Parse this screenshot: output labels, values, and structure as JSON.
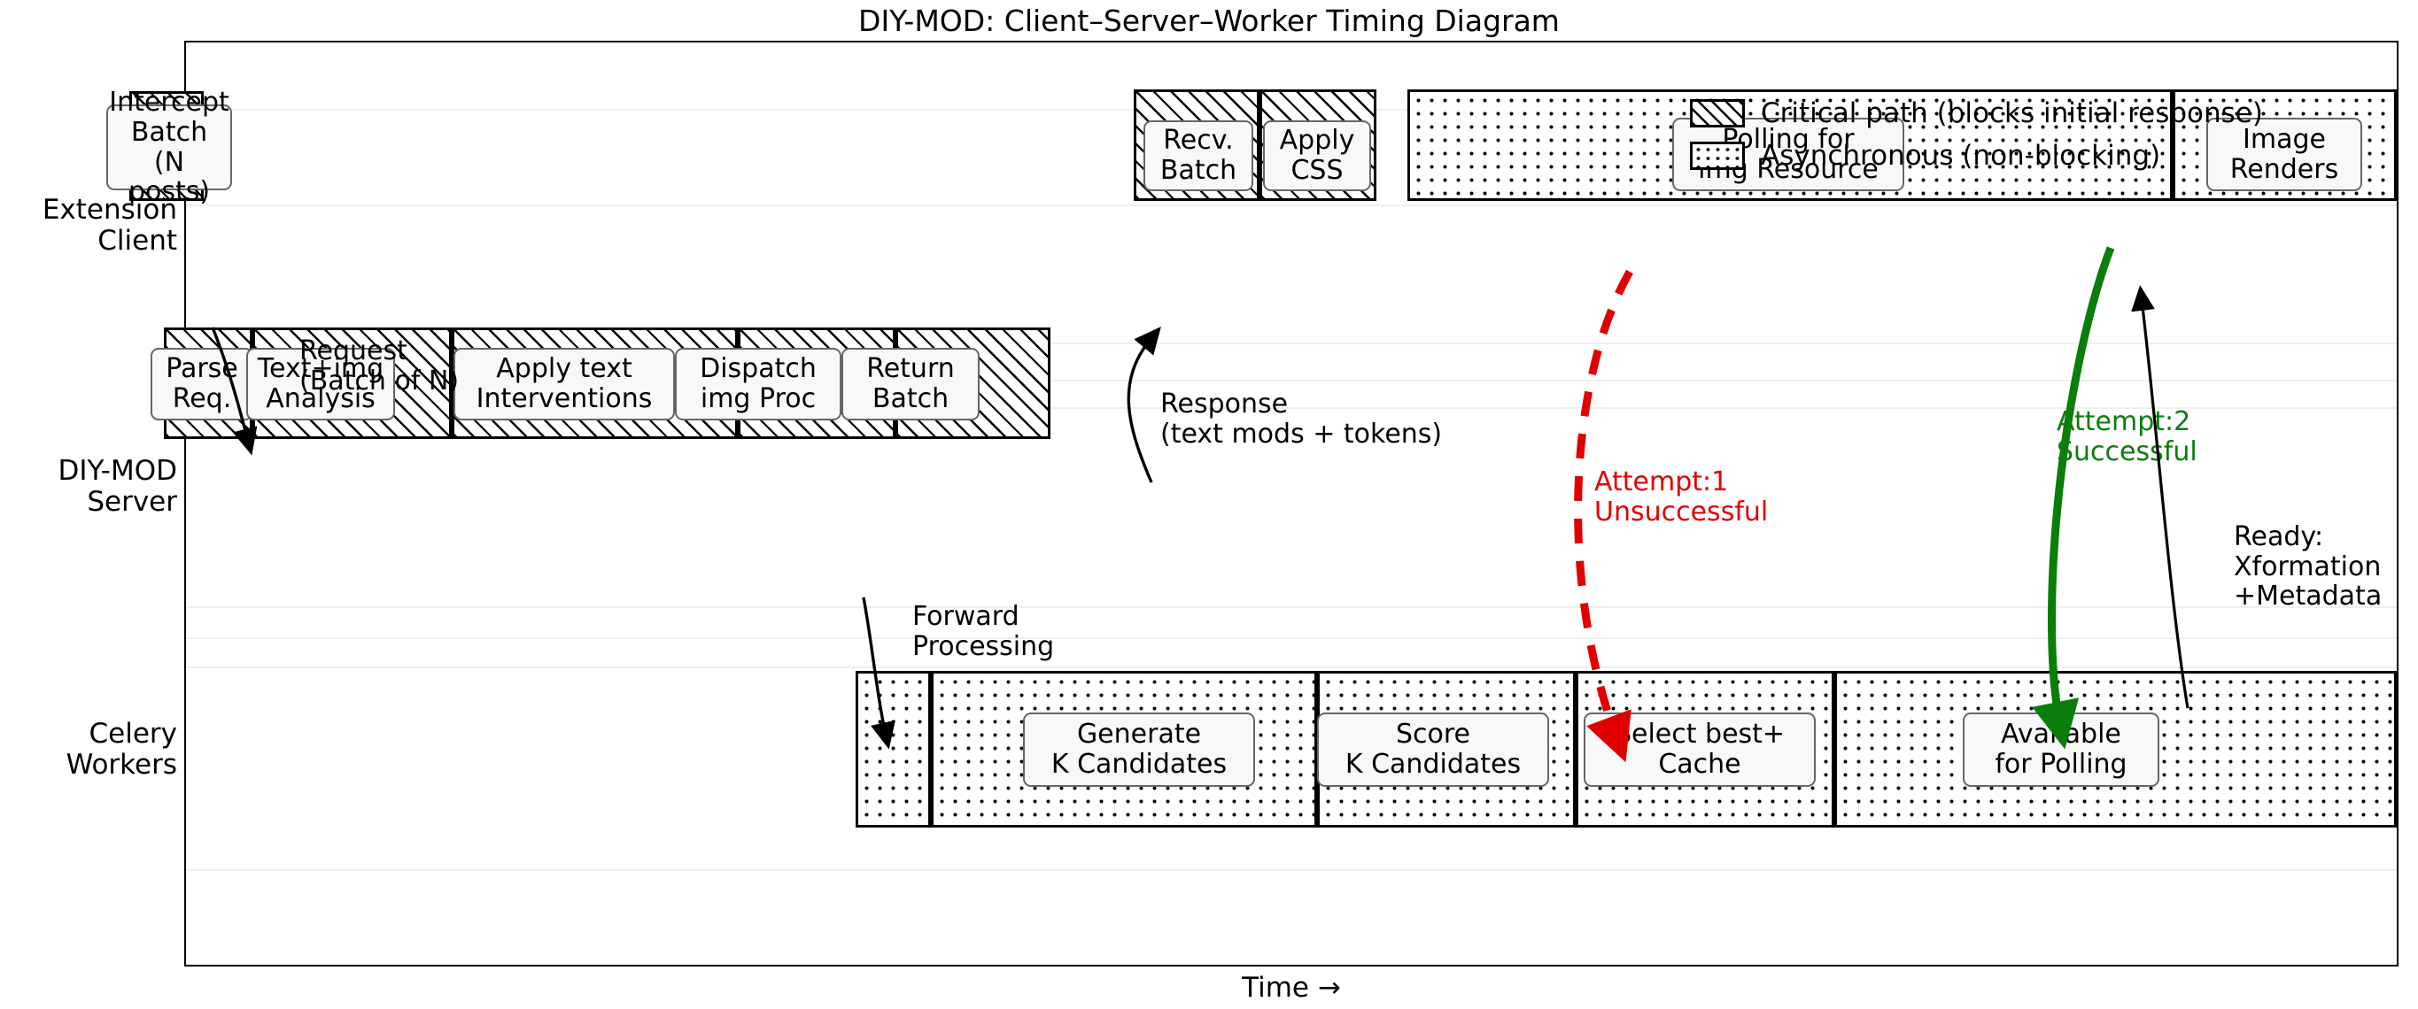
{
  "title": "DIY-MOD: Client–Server–Worker Timing Diagram",
  "x_axis_label": "Time →",
  "legend": {
    "items": [
      {
        "id": "critical-path",
        "pattern": "hatch",
        "label": "Critical path (blocks initial response)"
      },
      {
        "id": "asynchronous",
        "pattern": "dots",
        "label": "Asynchronous (non-blocking)"
      }
    ]
  },
  "lanes": [
    {
      "id": "extension-client",
      "label": "Extension\nClient"
    },
    {
      "id": "diy-mod-server",
      "label": "DIY-MOD\nServer"
    },
    {
      "id": "celery-workers",
      "label": "Celery\nWorkers"
    }
  ],
  "tasks": {
    "extension_client": [
      {
        "id": "intercept-batch",
        "label": "Intercept\nBatch\n(N posts)",
        "pattern": "hatch"
      },
      {
        "id": "recv-batch",
        "label": "Recv.\nBatch",
        "pattern": "hatch"
      },
      {
        "id": "apply-css",
        "label": "Apply\nCSS",
        "pattern": "hatch"
      },
      {
        "id": "polling-img",
        "label": "Polling for\nimg Resource",
        "pattern": "dots"
      },
      {
        "id": "image-renders",
        "label": "Image\nRenders",
        "pattern": "dots"
      }
    ],
    "diy_mod_server": [
      {
        "id": "parse-req",
        "label": "Parse\nReq.",
        "pattern": "hatch"
      },
      {
        "id": "text-img-analysis",
        "label": "Text+img\nAnalysis",
        "pattern": "hatch"
      },
      {
        "id": "apply-text-interventions",
        "label": "Apply text\nInterventions",
        "pattern": "hatch"
      },
      {
        "id": "dispatch-img-proc",
        "label": "Dispatch\nimg Proc",
        "pattern": "hatch"
      },
      {
        "id": "return-batch",
        "label": "Return\nBatch",
        "pattern": "hatch"
      }
    ],
    "celery_workers": [
      {
        "id": "queue-wait",
        "label": "",
        "pattern": "dots"
      },
      {
        "id": "generate-k",
        "label": "Generate\nK Candidates",
        "pattern": "dots"
      },
      {
        "id": "score-k",
        "label": "Score\nK Candidates",
        "pattern": "dots"
      },
      {
        "id": "select-best-cache",
        "label": "Select best+\nCache",
        "pattern": "dots"
      },
      {
        "id": "available-for-polling",
        "label": "Available\nfor Polling",
        "pattern": "dots"
      }
    ]
  },
  "annotations": [
    {
      "id": "request",
      "text": "Request\n(Batch of N)",
      "color": "#000000"
    },
    {
      "id": "response",
      "text": "Response\n(text mods + tokens)",
      "color": "#000000"
    },
    {
      "id": "forward-processing",
      "text": "Forward\nProcessing",
      "color": "#000000"
    },
    {
      "id": "attempt-1",
      "text": "Attempt:1\nUnsuccessful",
      "color": "#e00000"
    },
    {
      "id": "attempt-2",
      "text": "Attempt:2\nSuccessful",
      "color": "#0a7d0a"
    },
    {
      "id": "ready-xformation",
      "text": "Ready:\nXformation\n+Metadata",
      "color": "#000000"
    }
  ],
  "colors": {
    "critical": "#000000",
    "async": "#000000",
    "fail": "#e00000",
    "success": "#0a7d0a",
    "frame": "#000000"
  },
  "chart_data": {
    "type": "bar",
    "title": "DIY-MOD: Client–Server–Worker Timing Diagram",
    "xlabel": "Time →",
    "ylabel": "",
    "grid": true,
    "legend_position": "top-right",
    "categories": [
      "Extension Client",
      "DIY-MOD Server",
      "Celery Workers"
    ],
    "series": [
      {
        "name": "Extension Client",
        "bars": [
          {
            "label": "Intercept Batch (N posts)",
            "start": 0,
            "duration": 1.0,
            "pattern": "hatch"
          },
          {
            "label": "Recv. Batch",
            "start": 10.6,
            "duration": 1.3,
            "pattern": "hatch"
          },
          {
            "label": "Apply CSS",
            "start": 11.9,
            "duration": 1.2,
            "pattern": "hatch"
          },
          {
            "label": "Polling for img Resource",
            "start": 13.4,
            "duration": 7.9,
            "pattern": "dots"
          },
          {
            "label": "Image Renders",
            "start": 21.3,
            "duration": 2.7,
            "pattern": "dots"
          }
        ]
      },
      {
        "name": "DIY-MOD Server",
        "bars": [
          {
            "label": "Parse Req.",
            "start": 1.0,
            "duration": 0.9,
            "pattern": "hatch"
          },
          {
            "label": "Text+img Analysis",
            "start": 1.9,
            "duration": 2.1,
            "pattern": "hatch"
          },
          {
            "label": "Apply text Interventions",
            "start": 4.0,
            "duration": 3.1,
            "pattern": "hatch"
          },
          {
            "label": "Dispatch img Proc",
            "start": 7.1,
            "duration": 1.7,
            "pattern": "hatch"
          },
          {
            "label": "Return Batch",
            "start": 8.8,
            "duration": 1.6,
            "pattern": "hatch"
          }
        ]
      },
      {
        "name": "Celery Workers",
        "bars": [
          {
            "label": "",
            "start": 7.2,
            "duration": 0.8,
            "pattern": "dots"
          },
          {
            "label": "Generate K Candidates",
            "start": 8.0,
            "duration": 4.4,
            "pattern": "dots"
          },
          {
            "label": "Score K Candidates",
            "start": 12.4,
            "duration": 2.9,
            "pattern": "dots"
          },
          {
            "label": "Select best+ Cache",
            "start": 15.3,
            "duration": 2.9,
            "pattern": "dots"
          },
          {
            "label": "Available for Polling",
            "start": 18.2,
            "duration": 5.8,
            "pattern": "dots"
          }
        ]
      }
    ],
    "annotations": [
      {
        "text": "Request (Batch of N)",
        "kind": "arrow",
        "color": "#000000"
      },
      {
        "text": "Response (text mods + tokens)",
        "kind": "arrow",
        "color": "#000000"
      },
      {
        "text": "Forward Processing",
        "kind": "arrow",
        "color": "#000000"
      },
      {
        "text": "Attempt:1 Unsuccessful",
        "kind": "arrow",
        "color": "#e00000",
        "style": "dashed"
      },
      {
        "text": "Attempt:2 Successful",
        "kind": "arrow",
        "color": "#0a7d0a",
        "style": "solid"
      },
      {
        "text": "Ready: Xformation +Metadata",
        "kind": "arrow",
        "color": "#000000"
      }
    ]
  }
}
